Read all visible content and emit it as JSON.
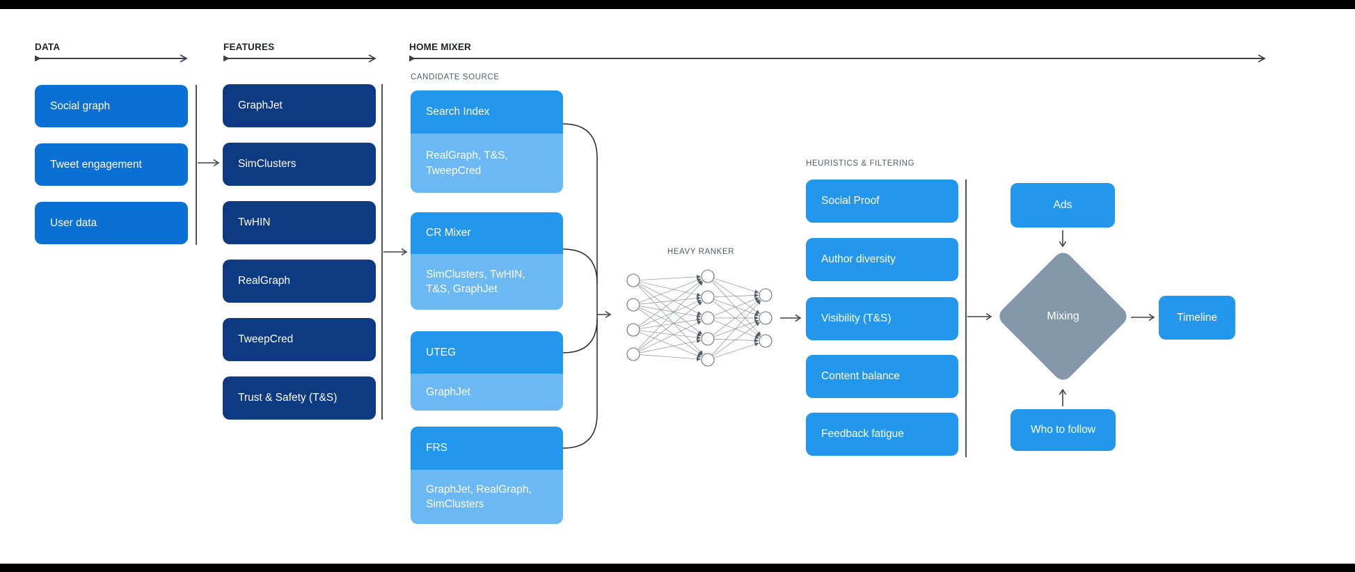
{
  "columns": {
    "data": {
      "header": "DATA",
      "items": [
        "Social graph",
        "Tweet engagement",
        "User data"
      ]
    },
    "features": {
      "header": "FEATURES",
      "items": [
        "GraphJet",
        "SimClusters",
        "TwHIN",
        "RealGraph",
        "TweepCred",
        "Trust & Safety (T&S)"
      ]
    },
    "home_mixer": {
      "header": "HOME MIXER",
      "candidate_source_label": "CANDIDATE SOURCE",
      "candidate_sources": [
        {
          "name": "Search Index",
          "features": "RealGraph, T&S, TweepCred"
        },
        {
          "name": "CR Mixer",
          "features": "SimClusters, TwHIN, T&S, GraphJet"
        },
        {
          "name": "UTEG",
          "features": "GraphJet"
        },
        {
          "name": "FRS",
          "features": "GraphJet, RealGraph, SimClusters"
        }
      ],
      "heavy_ranker_label": "HEAVY RANKER",
      "heuristics_label": "HEURISTICS & FILTERING",
      "heuristics": [
        "Social Proof",
        "Author diversity",
        "Visibility (T&S)",
        "Content balance",
        "Feedback fatigue"
      ],
      "mixing": {
        "label": "Mixing",
        "ads": "Ads",
        "who_to_follow": "Who to follow",
        "timeline": "Timeline"
      }
    }
  },
  "colors": {
    "data_box": "#0b70d4",
    "features_box": "#0d3a80",
    "candidate_header": "#2397ec",
    "candidate_sub": "#6cb8f2",
    "heuristic_box": "#2397ec",
    "diamond": "#8598aa",
    "header_text": "#19232e",
    "subheader_text": "#4f5c68",
    "line": "#3a4148"
  }
}
